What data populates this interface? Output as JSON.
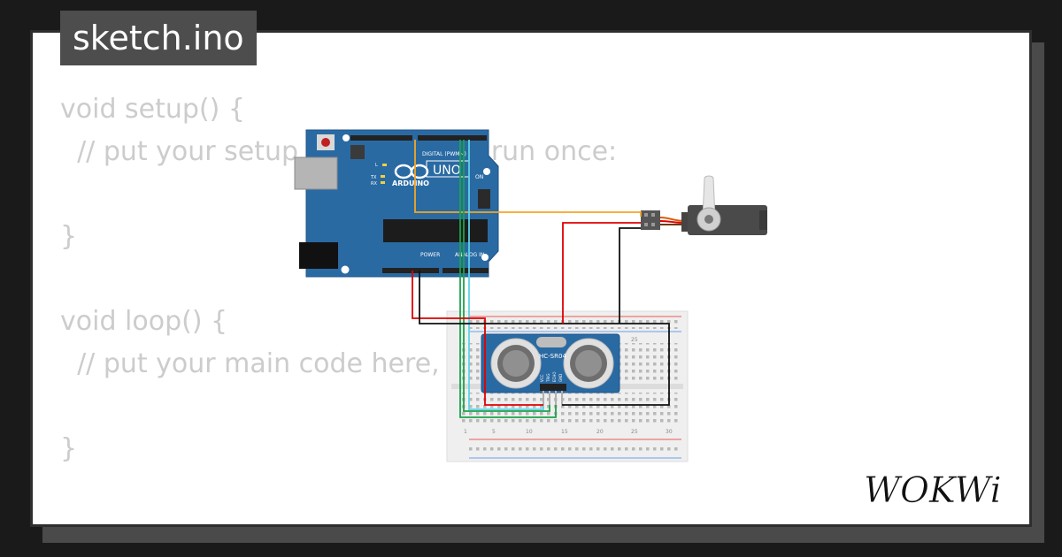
{
  "file_tab": {
    "label": "sketch.ino"
  },
  "code": {
    "lines": [
      "void setup() {",
      "  // put your setup code here, to run once:",
      "",
      "}",
      "",
      "void loop() {",
      "  // put your main code here, to run repeatedly:",
      "",
      "}"
    ]
  },
  "circuit": {
    "arduino": {
      "board_name": "UNO",
      "brand": "ARDUINO",
      "header_digital": "DIGITAL (PWM~)",
      "header_power": "POWER",
      "header_analog": "ANALOG IN",
      "on_label": "ON",
      "led_labels": [
        "L",
        "TX",
        "RX"
      ]
    },
    "sensor": {
      "model": "HC-SR04",
      "pins": [
        "VCC",
        "TRIG",
        "ECHO",
        "GND"
      ]
    },
    "breadboard": {
      "column_labels": [
        "1",
        "5",
        "10",
        "15",
        "20",
        "25",
        "30"
      ],
      "top_label": "25"
    },
    "colors": {
      "board_blue": "#2a6aa3",
      "wire_red": "#e00000",
      "wire_black": "#111111",
      "wire_orange": "#f5a623",
      "wire_green": "#1aa34a",
      "wire_cyan": "#5ed3e6",
      "breadboard": "#efefef"
    }
  },
  "brand": {
    "logo_text": "WOKWi"
  }
}
